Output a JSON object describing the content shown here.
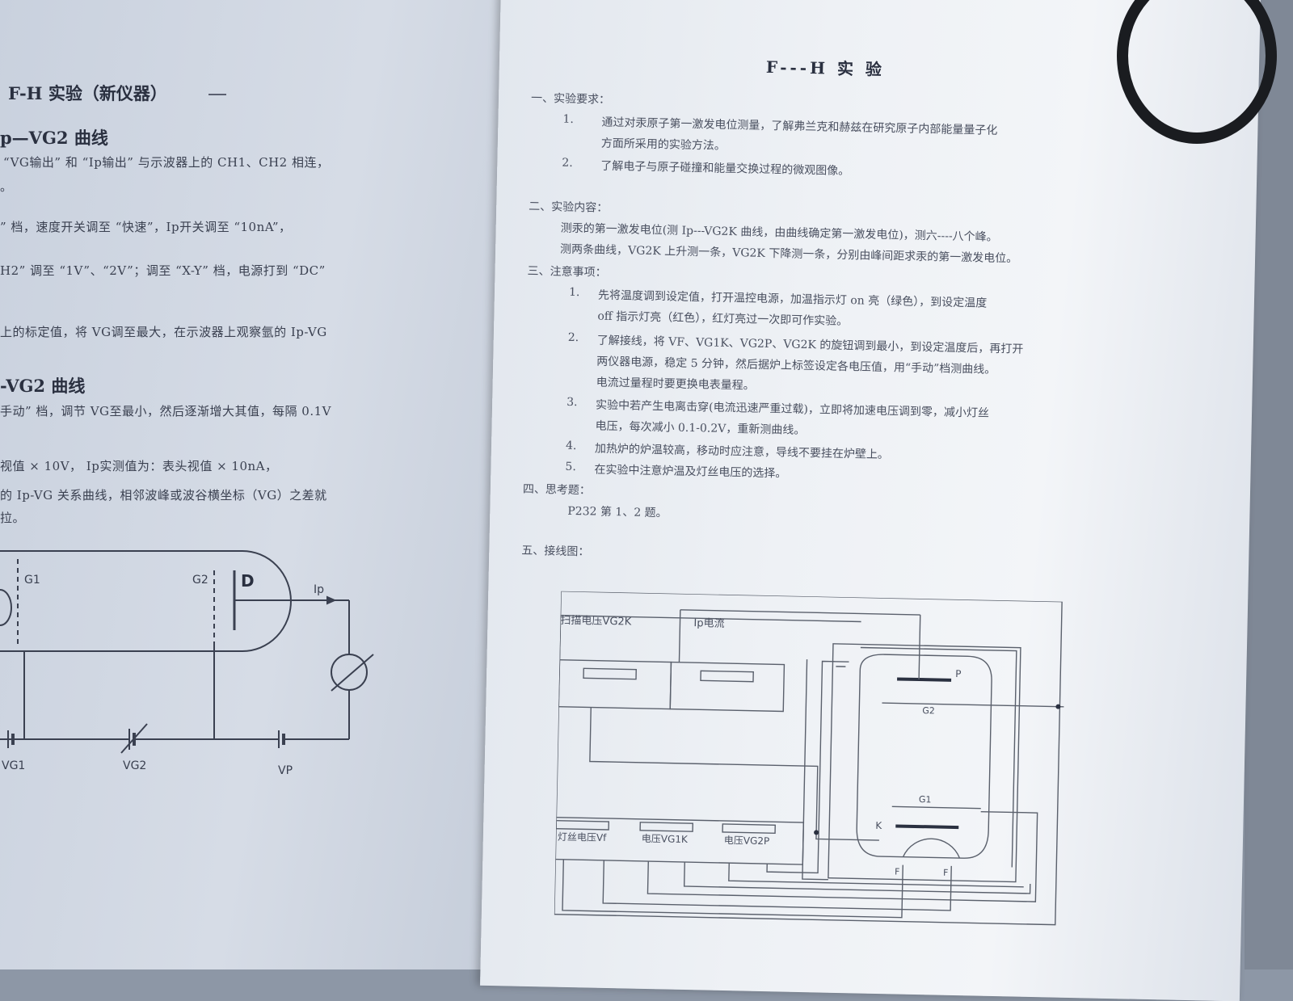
{
  "left": {
    "title": "F-H 实验（新仪器）",
    "sec1_heading": "p—VG2 曲线",
    "lines1": [
      "“VG输出” 和 “Ip输出” 与示波器上的 CH1、CH2 相连，",
      "。",
      "” 档，速度开关调至 “快速”，Ip开关调至 “10nA”，",
      "H2” 调至 “1V”、“2V”；调至 “X-Y” 档，电源打到 “DC”",
      "上的标定值，将 VG调至最大，在示波器上观察氩的 Ip-VG"
    ],
    "sec2_heading": "-VG2 曲线",
    "lines2": [
      "手动” 档，调节 VG至最小，然后逐渐增大其值，每隔 0.1V",
      "视值 × 10V，    Ip实测值为：表头视值 × 10nA，",
      "的 Ip-VG 关系曲线，相邻波峰或波谷横坐标（VG）之差就",
      "拉。"
    ],
    "diagram": {
      "g1": "G1",
      "g2": "G2",
      "plate": "D",
      "ip": "Ip",
      "vg1": "VG1",
      "vg2": "VG2",
      "vp": "VP"
    }
  },
  "right": {
    "title": "F---H 实 验",
    "s1": {
      "label": "一、实验要求：",
      "items": [
        {
          "num": "1.",
          "lines": [
            "通过对汞原子第一激发电位测量，了解弗兰克和赫兹在研究原子内部能量量子化",
            "方面所采用的实验方法。"
          ]
        },
        {
          "num": "2.",
          "lines": [
            "了解电子与原子碰撞和能量交换过程的微观图像。"
          ]
        }
      ]
    },
    "s2": {
      "label": "二、实验内容：",
      "lines": [
        "测汞的第一激发电位(测 Ip---VG2K 曲线，由曲线确定第一激发电位)，测六----八个峰。",
        "测两条曲线，VG2K 上升测一条，VG2K 下降测一条，分别由峰间距求汞的第一激发电位。"
      ]
    },
    "s3": {
      "label": "三、注意事项：",
      "items": [
        {
          "num": "1.",
          "lines": [
            "先将温度调到设定值，打开温控电源，加温指示灯 on 亮（绿色），到设定温度",
            "off 指示灯亮（红色），红灯亮过一次即可作实验。"
          ]
        },
        {
          "num": "2.",
          "lines": [
            "了解接线，将 VF、VG1K、VG2P、VG2K 的旋钮调到最小，到设定温度后，再打开",
            "两仪器电源，稳定 5 分钟，然后据炉上标签设定各电压值，用“手动”档测曲线。",
            "电流过量程时要更换电表量程。"
          ]
        },
        {
          "num": "3.",
          "lines": [
            "实验中若产生电离击穿(电流迅速严重过载)，立即将加速电压调到零，减小灯丝",
            "电压，每次减小 0.1-0.2V，重新测曲线。"
          ]
        },
        {
          "num": "4.",
          "lines": [
            "加热炉的炉温较高，移动时应注意，导线不要挂在炉壁上。"
          ]
        },
        {
          "num": "5.",
          "lines": [
            "在实验中注意炉温及灯丝电压的选择。"
          ]
        }
      ]
    },
    "s4": {
      "label": "四、思考题：",
      "text": "P232 第 1、2 题。"
    },
    "s5": {
      "label": "五、接线图："
    },
    "wiring": {
      "scan": "扫描电压VG2K",
      "ip": "Ip电流",
      "p": "P",
      "g2": "G2",
      "g1": "G1",
      "k": "K",
      "f1": "F",
      "f2": "F",
      "vf": "灯丝电压Vf",
      "vg1k": "电压VG1K",
      "vg2p": "电压VG2P"
    }
  }
}
